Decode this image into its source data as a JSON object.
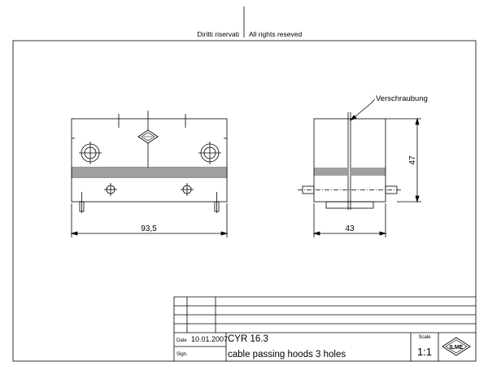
{
  "header": {
    "rights_it": "Diritti riservati",
    "rights_en": "All rights reseved"
  },
  "front_view": {
    "width_dim": "93,5"
  },
  "side_view": {
    "width_dim": "43",
    "height_dim": "47",
    "callout": "Verschraubung"
  },
  "title_block": {
    "date_label": "Date",
    "date_value": "10.01.2007",
    "sign_label": "Sign.",
    "part_code": "CYR 16.3",
    "description": "cable passing hoods 3 holes",
    "scale_label": "Scale",
    "scale_value": "1:1",
    "logo_text": "ILME"
  }
}
